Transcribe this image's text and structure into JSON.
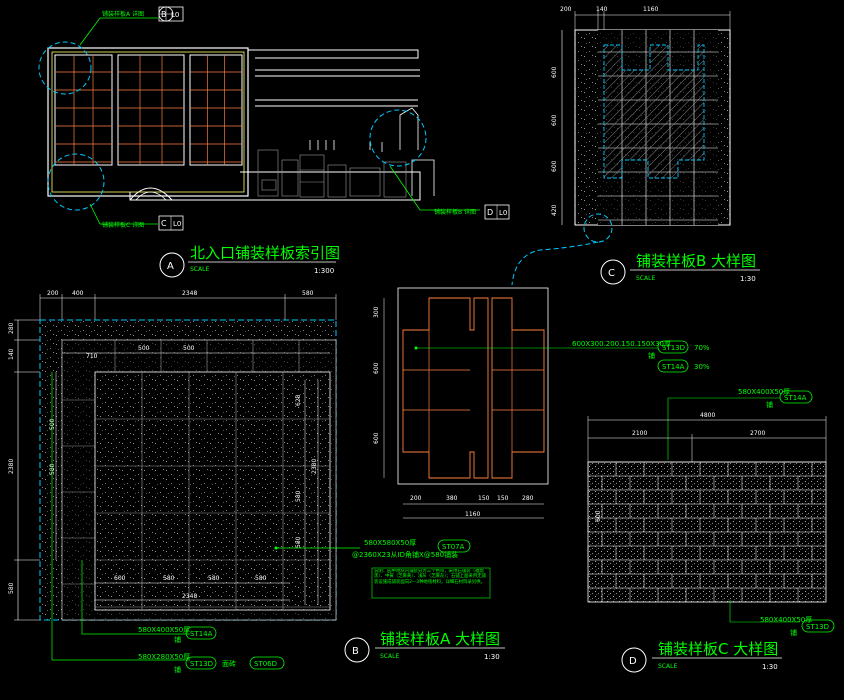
{
  "viewA": {
    "title": "北入口铺装样板索引图",
    "scale_label": "SCALE",
    "scale": "1:300",
    "letter": "A",
    "callout1_text": "铺装样板A 详图",
    "callout1_letter": "B",
    "callout1_sheet": "L0",
    "callout2_text": "铺装样板C 详图",
    "callout2_letter": "C",
    "callout2_sheet": "L0",
    "callout3_text": "铺装样板B 详图",
    "callout3_letter": "D",
    "callout3_sheet": "L0"
  },
  "viewB": {
    "title": "铺装样板A 大样图",
    "scale_label": "SCALE",
    "scale": "1:30",
    "letter": "B",
    "dims_top": [
      "200",
      "400",
      "2348",
      "580"
    ],
    "dims_left": [
      "280",
      "140",
      "2380",
      "580"
    ],
    "dims_inner": [
      "710",
      "500",
      "500"
    ],
    "dims_bottom": [
      "600",
      "580",
      "580",
      "580"
    ],
    "dims_bottom_total": "2348",
    "dims_right": [
      "628",
      "2380",
      "580",
      "580"
    ],
    "dims_leftinner": [
      "500",
      "580"
    ],
    "spec1": "580X580X50厚",
    "spec1_code": "ST07A",
    "spec1_sub": "@2360X23从ID角铺X@580铺装",
    "spec2": "580X400X50厚",
    "spec2_code": "ST14A",
    "spec2_sub": "铺",
    "spec3": "580X280X50厚",
    "spec3_code": "ST13D",
    "spec3_sub": "铺",
    "spec4_pre": "面砖",
    "spec4_code": "ST06D",
    "note": "说明：园中地块内铺装分为三个色带，采用石铺装（福鼎黑）、中黄（芝麻黄）、浅灰（芝麻灰）；石铺上面采用无铺装设施成铺装面向2—3种地毯材料，详细石材目录另供。"
  },
  "viewC": {
    "title": "铺装样板B 大样图",
    "scale_label": "SCALE",
    "scale": "1:30",
    "letter": "C",
    "dims_top": [
      "200",
      "140",
      "1160"
    ],
    "dims_left": [
      "600",
      "600",
      "600",
      "420"
    ]
  },
  "viewMid": {
    "dims_left": [
      "300",
      "600",
      "600"
    ],
    "dims_bottom": [
      "200",
      "380",
      "150",
      "150",
      "280"
    ],
    "dims_bottom_total": "1160",
    "spec_text": "600X300.200.150.150X30厚",
    "code1": "ST13D",
    "code2": "ST14A",
    "pct1": "70%",
    "pct2": "30%",
    "sub": "铺"
  },
  "viewD": {
    "title": "铺装样板C 大样图",
    "scale_label": "SCALE",
    "scale": "1:30",
    "letter": "D",
    "dims_top_total": "4800",
    "dims_top": [
      "2100",
      "2700"
    ],
    "dim_left": "600",
    "spec1": "580X400X50厚",
    "spec1_code": "ST14A",
    "spec1_sub": "铺",
    "spec2": "580X400X50厚",
    "spec2_code": "ST13D",
    "spec2_sub": "铺"
  },
  "colors": {
    "background": "#000000",
    "green": "#00ff00",
    "white": "#ffffff",
    "cyan": "#00c8ff",
    "orange": "#ff7f3f",
    "yellow": "#ffff66",
    "gray": "#9a9a9a"
  }
}
